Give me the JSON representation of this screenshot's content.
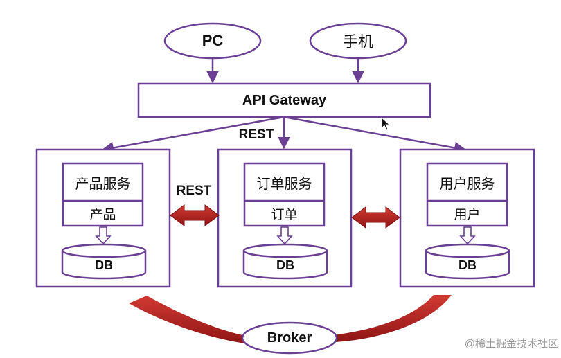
{
  "clients": {
    "pc": "PC",
    "mobile": "手机"
  },
  "gateway": {
    "label": "API Gateway"
  },
  "protocols": {
    "top": "REST",
    "left": "REST"
  },
  "services": [
    {
      "name": "产品服务",
      "data": "产品",
      "db": "DB"
    },
    {
      "name": "订单服务",
      "data": "订单",
      "db": "DB"
    },
    {
      "name": "用户服务",
      "data": "用户",
      "db": "DB"
    }
  ],
  "broker": {
    "label": "Broker"
  },
  "watermark": "@稀土掘金技术社区",
  "colors": {
    "outline": "#6b3f94",
    "arrow_red": "#b3201f",
    "text": "#111111"
  }
}
